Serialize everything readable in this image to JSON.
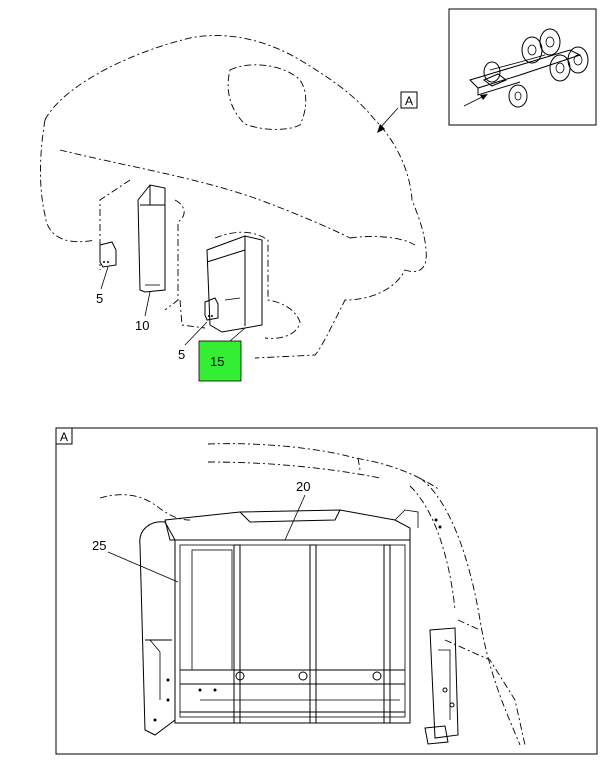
{
  "callouts": {
    "c5a": "5",
    "c10": "10",
    "c5b": "5",
    "c15": "15",
    "c20": "20",
    "c25": "25"
  },
  "view_labels": {
    "ref_top": "A",
    "detail_corner": "A"
  },
  "colors": {
    "highlight": "#33ee33",
    "line": "#000000"
  },
  "icons": {
    "leader_arrow": "arrow-icon"
  }
}
